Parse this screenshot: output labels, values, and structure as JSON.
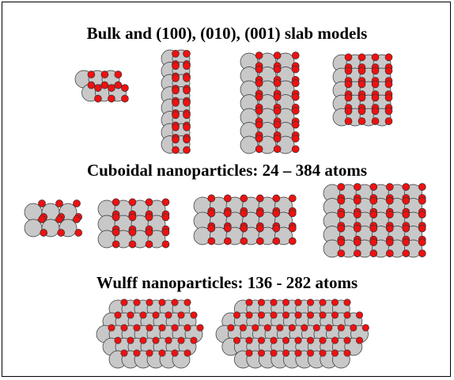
{
  "figure": {
    "headings": {
      "slab": "Bulk and (100), (010), (001)  slab models",
      "cuboidal": "Cuboidal nanoparticles: 24 – 384 atoms",
      "wulff": "Wulff nanoparticles: 136 - 282 atoms"
    },
    "colors": {
      "metal_atom": "#c8c8c8",
      "oxygen_atom": "#ee1111",
      "outline": "#333333",
      "border": "#000000"
    },
    "groups": {
      "slab": [
        "bulk-model",
        "slab-100-model",
        "slab-010-model",
        "slab-001-model"
      ],
      "cuboidal": [
        "cuboid-24-atoms",
        "cuboid-medium-1",
        "cuboid-medium-2",
        "cuboid-384-atoms"
      ],
      "wulff": [
        "wulff-136-atoms",
        "wulff-282-atoms"
      ]
    }
  }
}
